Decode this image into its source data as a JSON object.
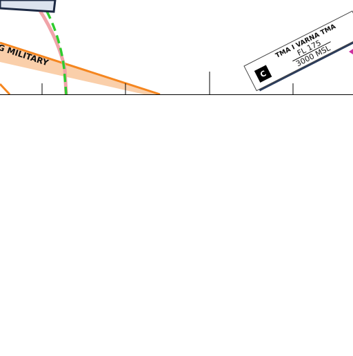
{
  "map": {
    "military_label": "G MILITARY",
    "tma_box": {
      "name": "TMA I VARNA TMA",
      "upper_limit": "FL 175",
      "lower_limit": "3000 MSL",
      "class": "C"
    }
  },
  "colors": {
    "military_boundary": "#f5861f",
    "military_band": "#f9c79b",
    "pink_arc": "#f0a3a8",
    "green_dashed_arc": "#2ecc2e",
    "airspace_box_fill": "#dce3ee",
    "airspace_box_border": "#1d2a44",
    "class_badge": "#000000",
    "magenta_marker": "#cc2fa0"
  }
}
